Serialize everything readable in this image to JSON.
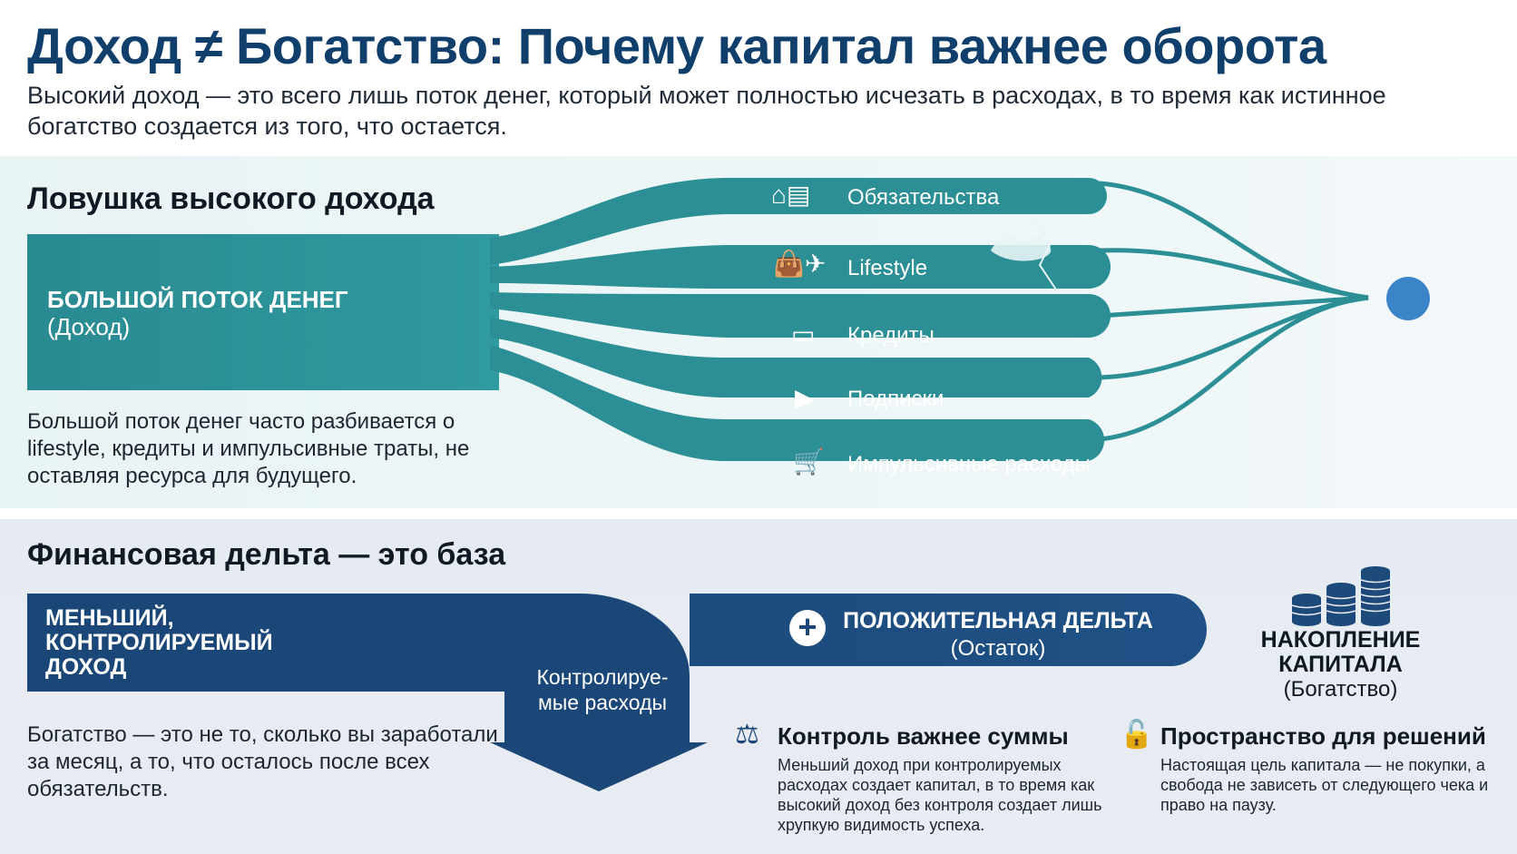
{
  "header": {
    "title": "Доход ≠ Богатство: Почему капитал важнее оборота",
    "subtitle": "Высокий доход — это всего лишь поток денег, который может полностью исчезать в расходах, в то время как истинное богатство создается из того, что остается."
  },
  "trap_section": {
    "title": "Ловушка высокого дохода",
    "flow_label_title": "БОЛЬШОЙ ПОТОК ДЕНЕГ",
    "flow_label_sub": "(Доход)",
    "streams": [
      {
        "label": "Обязательства",
        "icon": "house-document-icon"
      },
      {
        "label": "Lifestyle",
        "icon": "shopping-bag-airplane-icon"
      },
      {
        "label": "Кредиты",
        "icon": "credit-card-icon"
      },
      {
        "label": "Подписки",
        "icon": "play-button-icon"
      },
      {
        "label": "Импульсивные расходы",
        "icon": "shopping-cart-icon"
      }
    ],
    "description": "Большой поток денег часто разбивается о lifestyle, кредиты и импульсивные траты, не оставляя ресурса для будущего."
  },
  "delta_section": {
    "title": "Финансовая дельта — это база",
    "left_box_label": "МЕНЬШИЙ, КОНТРОЛИРУЕМЫЙ ДОХОД",
    "controlled_expenses": "Контролируе-мые расходы",
    "positive_delta_title": "ПОЛОЖИТЕЛЬНАЯ ДЕЛЬТА",
    "positive_delta_sub": "(Остаток)",
    "capital_title": "НАКОПЛЕНИЕ КАПИТАЛА",
    "capital_sub": "(Богатство)",
    "description": "Богатство — это не то, сколько вы заработали за месяц, а то, что осталось после всех обязательств.",
    "cards": [
      {
        "icon": "scales-icon",
        "title": "Контроль важнее суммы",
        "text": "Меньший доход при контролируемых расходах создает капитал, в то время как высокий доход без контроля создает лишь хрупкую видимость успеха."
      },
      {
        "icon": "padlock-open-icon",
        "title": "Пространство для решений",
        "text": "Настоящая цель капитала — не покупки, а свобода не зависеть от следующего чека и право на паузу."
      }
    ]
  },
  "colors": {
    "title_navy": "#113f6c",
    "teal": "#2b8f95",
    "navy_band": "#1a4777",
    "dot_blue": "#3a84c7"
  }
}
